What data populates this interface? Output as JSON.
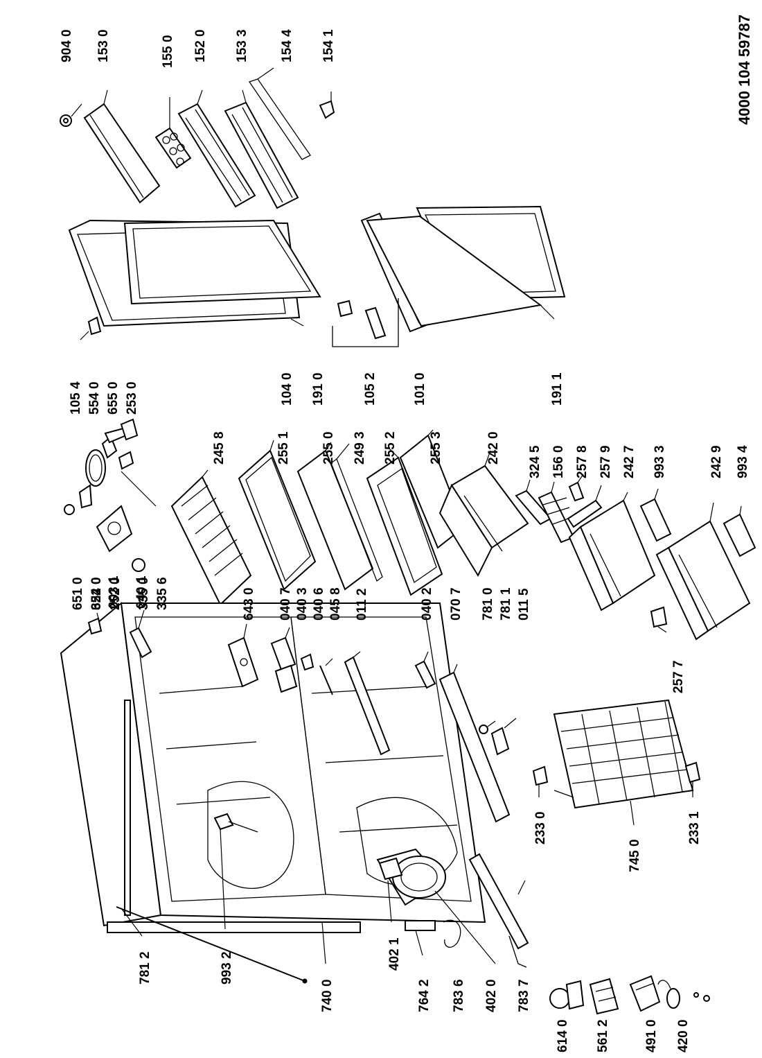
{
  "document_number": "4000 104 59787",
  "part_labels": [
    {
      "id": "p9040",
      "text": "904 0"
    },
    {
      "id": "p1530",
      "text": "153 0"
    },
    {
      "id": "p1550",
      "text": "155 0"
    },
    {
      "id": "p1520",
      "text": "152 0"
    },
    {
      "id": "p1533",
      "text": "153 3"
    },
    {
      "id": "p1544",
      "text": "154 4"
    },
    {
      "id": "p1541",
      "text": "154 1"
    },
    {
      "id": "p1054",
      "text": "105 4"
    },
    {
      "id": "p5540",
      "text": "554 0"
    },
    {
      "id": "p6550",
      "text": "655 0"
    },
    {
      "id": "p2530",
      "text": "253 0"
    },
    {
      "id": "p1040",
      "text": "104 0"
    },
    {
      "id": "p1910",
      "text": "191 0"
    },
    {
      "id": "p1052",
      "text": "105 2"
    },
    {
      "id": "p1010",
      "text": "101 0"
    },
    {
      "id": "p1911",
      "text": "191 1"
    },
    {
      "id": "p2458",
      "text": "245 8"
    },
    {
      "id": "p2551",
      "text": "255 1"
    },
    {
      "id": "p2550",
      "text": "255 0"
    },
    {
      "id": "p2493",
      "text": "249 3"
    },
    {
      "id": "p2552",
      "text": "255 2"
    },
    {
      "id": "p2553",
      "text": "255 3"
    },
    {
      "id": "p2420",
      "text": "242 0"
    },
    {
      "id": "p3245",
      "text": "324 5"
    },
    {
      "id": "p1560",
      "text": "156 0"
    },
    {
      "id": "p2578",
      "text": "257 8"
    },
    {
      "id": "p2579",
      "text": "257 9"
    },
    {
      "id": "p2427",
      "text": "242 7"
    },
    {
      "id": "p9933",
      "text": "993 3"
    },
    {
      "id": "p2429",
      "text": "242 9"
    },
    {
      "id": "p9934",
      "text": "993 4"
    },
    {
      "id": "p6510",
      "text": "651 0"
    },
    {
      "id": "p6520",
      "text": "652 0"
    },
    {
      "id": "p2520",
      "text": "252 0"
    },
    {
      "id": "p3350",
      "text": "335 0"
    },
    {
      "id": "p3356",
      "text": "335 6"
    },
    {
      "id": "p2577",
      "text": "257 7"
    },
    {
      "id": "p3240",
      "text": "324 0"
    },
    {
      "id": "p0031",
      "text": "003 1"
    },
    {
      "id": "p0401",
      "text": "040 1"
    },
    {
      "id": "p6430",
      "text": "643 0"
    },
    {
      "id": "p0407",
      "text": "040 7"
    },
    {
      "id": "p0403",
      "text": "040 3"
    },
    {
      "id": "p0406",
      "text": "040 6"
    },
    {
      "id": "p0458",
      "text": "045 8"
    },
    {
      "id": "p0112",
      "text": "011 2"
    },
    {
      "id": "p0402",
      "text": "040 2"
    },
    {
      "id": "p0707",
      "text": "070 7"
    },
    {
      "id": "p7810",
      "text": "781 0"
    },
    {
      "id": "p7811",
      "text": "781 1"
    },
    {
      "id": "p0115",
      "text": "011 5"
    },
    {
      "id": "p2330",
      "text": "233 0"
    },
    {
      "id": "p7450",
      "text": "745 0"
    },
    {
      "id": "p2331",
      "text": "233 1"
    },
    {
      "id": "p7812",
      "text": "781 2"
    },
    {
      "id": "p9932",
      "text": "993 2"
    },
    {
      "id": "p7400",
      "text": "740 0"
    },
    {
      "id": "p4021",
      "text": "402 1"
    },
    {
      "id": "p7642",
      "text": "764 2"
    },
    {
      "id": "p7836",
      "text": "783 6"
    },
    {
      "id": "p4020",
      "text": "402 0"
    },
    {
      "id": "p7837",
      "text": "783 7"
    },
    {
      "id": "p6140",
      "text": "614 0"
    },
    {
      "id": "p5612",
      "text": "561 2"
    },
    {
      "id": "p4910",
      "text": "491 0"
    },
    {
      "id": "p4200",
      "text": "420 0"
    }
  ]
}
